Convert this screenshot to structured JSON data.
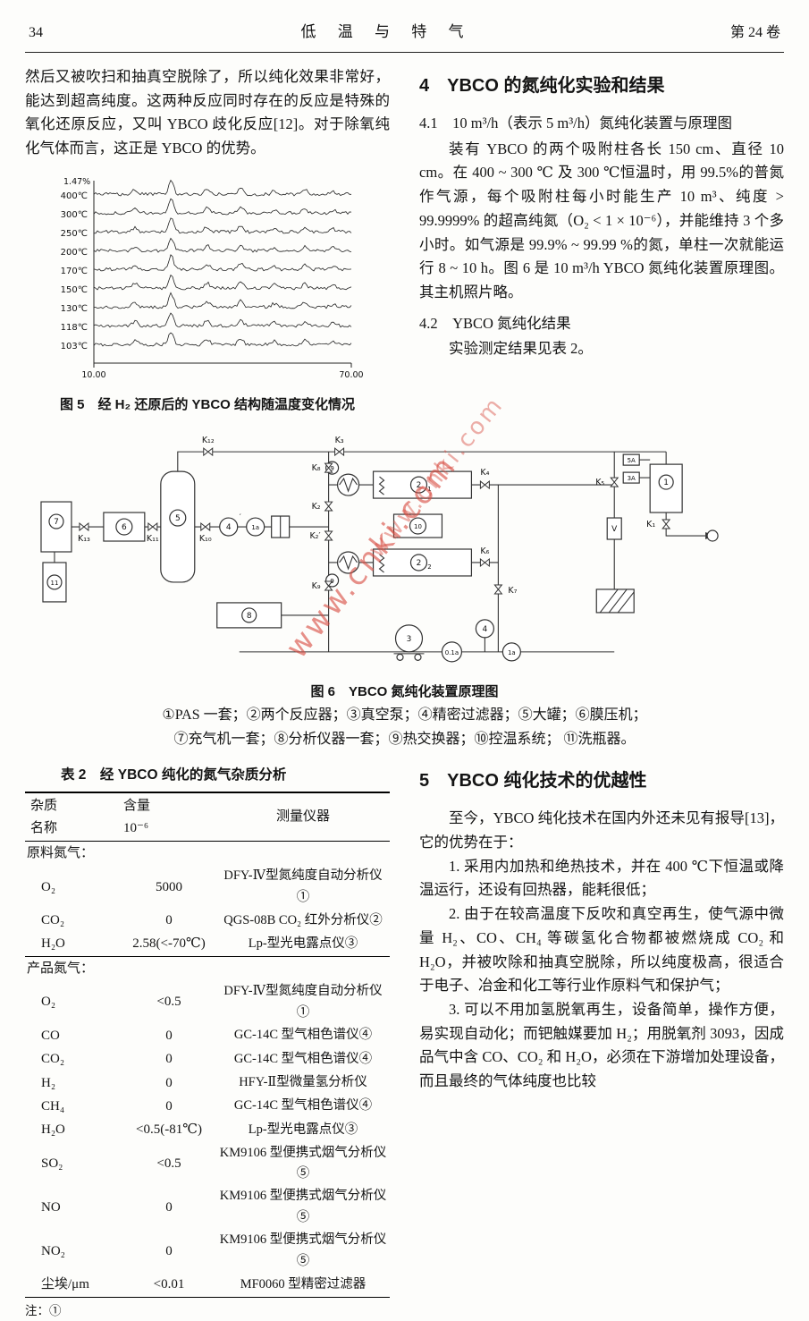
{
  "header": {
    "page_number": "34",
    "journal_title": "低 温 与 特 气",
    "volume": "第 24 卷"
  },
  "left_column": {
    "intro_paragraph": "然后又被吹扫和抽真空脱除了，所以纯化效果非常好，能达到超高纯度。这两种反应同时存在的反应是特殊的氧化还原反应，又叫 YBCO 歧化反应[12]。对于除氧纯化气体而言，这正是 YBCO 的优势。",
    "figure5": {
      "scale_label": "1.47%",
      "temperatures": [
        "400℃",
        "300℃",
        "250℃",
        "200℃",
        "170℃",
        "150℃",
        "130℃",
        "118℃",
        "103℃"
      ],
      "x_min_label": "10.00",
      "x_max_label": "70.00",
      "caption": "图 5　经 H₂ 还原后的 YBCO 结构随温度变化情况"
    },
    "table2": {
      "title": "表 2　经 YBCO 纯化的氮气杂质分析",
      "header": {
        "col1_line1": "杂质",
        "col1_line2": "名称",
        "col2_line1": "含量",
        "col2_line2": "10⁻⁶",
        "col3": "测量仪器"
      },
      "groups": [
        {
          "group_label": "原料氮气：",
          "rows": [
            [
              "O₂",
              "5000",
              "DFY-Ⅳ型氮纯度自动分析仪①"
            ],
            [
              "CO₂",
              "0",
              "QGS-08B CO₂ 红外分析仪②"
            ],
            [
              "H₂O",
              "2.58(<-70℃)",
              "Lp-型光电露点仪③"
            ]
          ]
        },
        {
          "group_label": "产品氮气：",
          "rows": [
            [
              "O₂",
              "<0.5",
              "DFY-Ⅳ型氮纯度自动分析仪①"
            ],
            [
              "CO",
              "0",
              "GC-14C 型气相色谱仪④"
            ],
            [
              "CO₂",
              "0",
              "GC-14C 型气相色谱仪④"
            ],
            [
              "H₂",
              "0",
              "HFY-Ⅱ型微量氢分析仪"
            ],
            [
              "CH₄",
              "0",
              "GC-14C 型气相色谱仪④"
            ],
            [
              "H₂O",
              "<0.5(-81℃)",
              "Lp-型光电露点仪③"
            ],
            [
              "SO₂",
              "<0.5",
              "KM9106 型便携式烟气分析仪⑤"
            ],
            [
              "NO",
              "0",
              "KM9106 型便携式烟气分析仪⑤"
            ],
            [
              "NO₂",
              "0",
              "KM9106 型便携式烟气分析仪⑤"
            ],
            [
              "尘埃/μm",
              "<0.01",
              "MF0060 型精密过滤器"
            ]
          ]
        }
      ],
      "footnote_partial": "注：①"
    }
  },
  "right_column": {
    "section4": {
      "heading": "4　YBCO 的氮纯化实验和结果",
      "sub41_heading": "4.1　10 m³/h（表示 5 m³/h）氮纯化装置与原理图",
      "sub41_body": "装有 YBCO 的两个吸附柱各长 150 cm、直径 10 cm。在 400 ~ 300 ℃ 及 300 ℃恒温时，用 99.5%的普氮作气源，每个吸附柱每小时能生产 10 m³、纯度 > 99.9999% 的超高纯氮（O₂ < 1 × 10⁻⁶），并能维持 3 个多小时。如气源是 99.9% ~ 99.99 %的氮，单柱一次就能运行 8 ~ 10 h。图 6 是 10 m³/h YBCO 氮纯化装置原理图。其主机照片略。",
      "sub42_heading": "4.2　YBCO 氮纯化结果",
      "sub42_body": "实验测定结果见表 2。"
    },
    "section5": {
      "heading": "5　YBCO 纯化技术的优越性",
      "paragraphs": [
        "至今，YBCO 纯化技术在国内外还未见有报导[13]，它的优势在于：",
        "1. 采用内加热和绝热技术，并在 400 ℃下恒温或降温运行，还设有回热器，能耗很低；",
        "2. 由于在较高温度下反吹和真空再生，使气源中微量 H₂、CO、CH₄ 等碳氢化合物都被燃烧成 CO₂ 和 H₂O，并被吹除和抽真空脱除，所以纯度极高，很适合于电子、冶金和化工等行业作原料气和保护气；",
        "3. 可以不用加氢脱氧再生，设备简单，操作方便，易实现自动化；而钯触媒要加 H₂；用脱氧剂 3093，因成品气中含 CO、CO₂ 和 H₂O，必须在下游增加处理设备，而且最终的气体纯度也比较"
      ]
    }
  },
  "figure6": {
    "caption": "图 6　YBCO 氮纯化装置原理图",
    "legend_line1": "①PAS 一套；②两个反应器；③真空泵；④精密过滤器；⑤大罐；⑥膜压机；",
    "legend_line2": "⑦充气机一套；⑧分析仪器一套；⑨热交换器；⑩控温系统； ⑪洗瓶器。",
    "watermark": "www.cnki.com",
    "labels": {
      "k": [
        "K₁",
        "K₂",
        "K₂′",
        "K₃",
        "K₄",
        "K₅",
        "K₆",
        "K₇",
        "K₈",
        "K₉",
        "K₁₀",
        "K₁₁",
        "K₁₂",
        "K₁₃"
      ],
      "comp": {
        "pas": "1",
        "reactor": "2",
        "r1sub": "1",
        "r2sub": "2",
        "pump": "3",
        "filter": "4",
        "prime": "′",
        "tank": "5",
        "compressor": "6",
        "inflator": "7",
        "analyzer": "8",
        "hx": "9",
        "tempctrl": "10",
        "washer": "11",
        "flow1a": "1a",
        "flow01a": "0.1a",
        "sieve5a": "5A",
        "sieve3a": "3A",
        "valveV": "V"
      }
    }
  }
}
